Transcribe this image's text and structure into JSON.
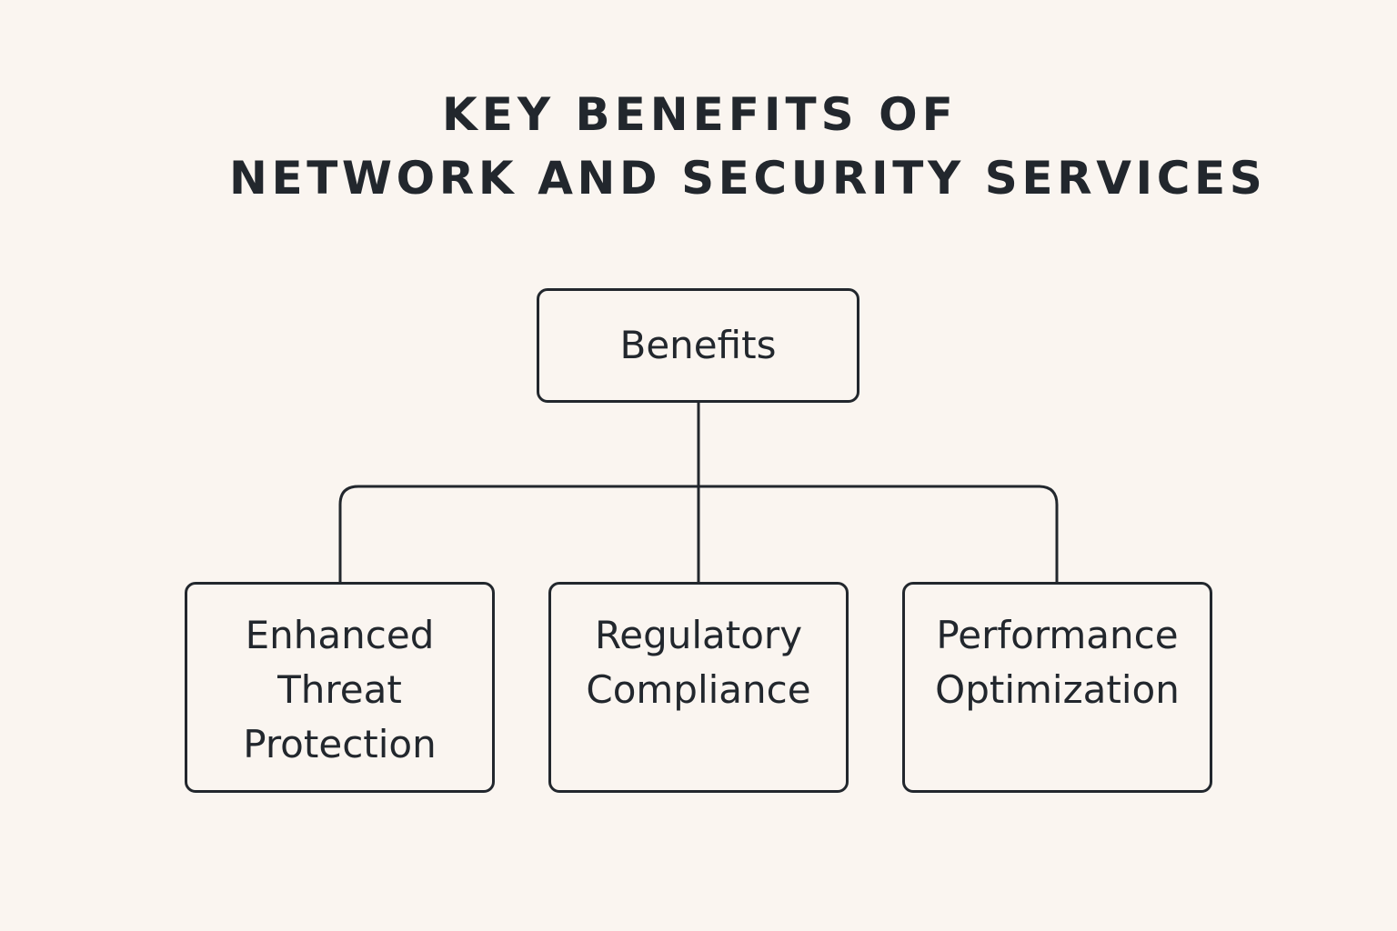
{
  "title": {
    "line1": "KEY BENEFITS OF",
    "line2": "NETWORK AND SECURITY SERVICES"
  },
  "diagram": {
    "root": {
      "label": "Benefits"
    },
    "children": [
      {
        "label": "Enhanced\nThreat\nProtection"
      },
      {
        "label": "Regulatory\nCompliance"
      },
      {
        "label": "Performance\nOptimization"
      }
    ]
  },
  "colors": {
    "background": "#faf5f0",
    "ink": "#22272d"
  }
}
